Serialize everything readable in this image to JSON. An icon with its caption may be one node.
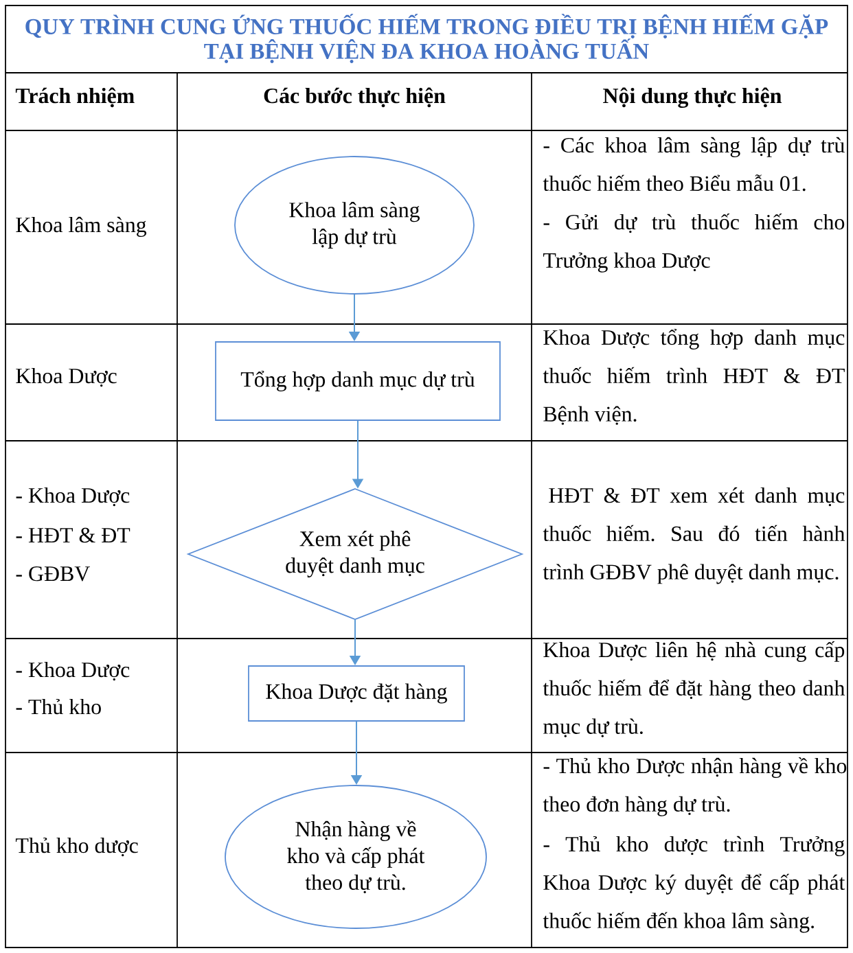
{
  "diagram": {
    "title": "QUY TRÌNH CUNG ỨNG THUỐC HIẾM TRONG ĐIỀU TRỊ BỆNH HIẾM GẶP TẠI BỆNH VIỆN ĐA KHOA HOÀNG TUẤN",
    "nodes": [
      {
        "text": [
          "Khoa lâm sàng lập dự trù"
        ]
      },
      {
        "text": [
          "Tổng hợp danh mục dự trù"
        ]
      },
      {
        "text": [
          "Xem xét phê duyệt danh mục"
        ]
      },
      {
        "text": [
          "Khoa Dược đặt hàng"
        ]
      },
      {
        "text": [
          "Nhận hàng về kho và cấp phát theo dự trù."
        ]
      }
    ],
    "edges": [
      {
        "from": 0,
        "to": 1,
        "arrow": "to"
      },
      {
        "from": 1,
        "to": 2,
        "arrow": "to"
      },
      {
        "from": 2,
        "to": 3,
        "arrow": "to"
      },
      {
        "from": 3,
        "to": 4,
        "arrow": "to"
      }
    ],
    "labels": [
      "Trách nhiệm",
      "Các bước thực hiện",
      "Nội dung thực hiện",
      "Khoa lâm sàng",
      "- Các khoa lâm sàng lập dự trù thuốc hiếm theo Biểu mẫu 01.",
      "- Gửi dự trù thuốc hiếm cho Trưởng khoa Dược",
      "Khoa Dược",
      "Khoa Dược tổng hợp danh mục thuốc hiếm trình HĐT & ĐT Bệnh viện.",
      "- Khoa Dược",
      "- HĐT & ĐT",
      "- GĐBV",
      "HĐT & ĐT xem xét danh mục thuốc hiếm. Sau đó tiến hành trình GĐBV phê duyệt danh mục.",
      "- Khoa Dược",
      "- Thủ kho",
      "Khoa Dược liên hệ nhà cung cấp thuốc hiếm để đặt hàng theo danh mục dự trù.",
      "Thủ kho dược",
      "- Thủ kho Dược nhận hàng về kho theo đơn hàng dự trù.",
      "- Thủ kho dược trình Trưởng Khoa Dược ký duyệt để cấp phát thuốc hiếm đến khoa lâm sàng."
    ]
  }
}
